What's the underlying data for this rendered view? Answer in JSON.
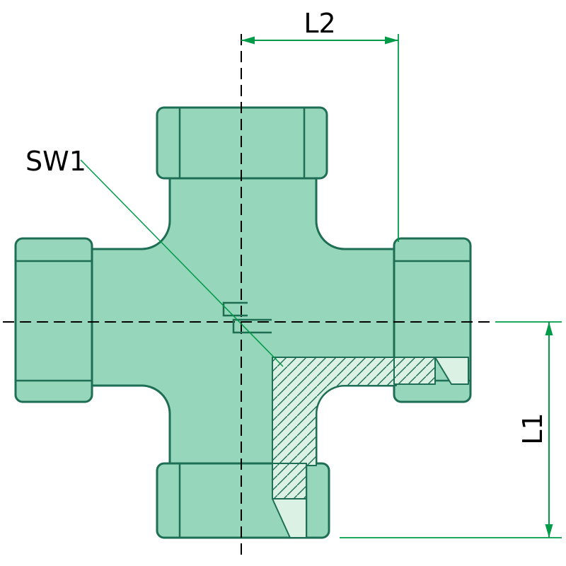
{
  "diagram": {
    "labels": {
      "l2": "L2",
      "l1": "L1",
      "sw1": "SW1"
    },
    "colors": {
      "background": "#ffffff",
      "body_fill": "#96d6ba",
      "body_stroke": "#1e6e55",
      "section_fill": "#daf1e4",
      "dimension": "#009b48",
      "centerline": "#000000",
      "text": "#000000"
    }
  }
}
